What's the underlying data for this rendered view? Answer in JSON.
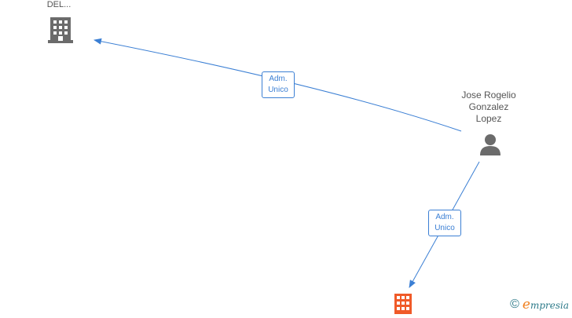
{
  "nodes": {
    "top_company": {
      "label": "DEL...",
      "type": "company",
      "color": "#6b6b6b"
    },
    "person": {
      "label_lines": [
        "Jose Rogelio",
        "Gonzalez",
        "Lopez"
      ],
      "type": "person",
      "color": "#6b6b6b"
    },
    "bottom_company": {
      "type": "company",
      "color": "#f05a28"
    }
  },
  "edges": [
    {
      "from": "person",
      "to": "top_company",
      "label_lines": [
        "Adm.",
        "Unico"
      ]
    },
    {
      "from": "person",
      "to": "bottom_company",
      "label_lines": [
        "Adm.",
        "Unico"
      ]
    }
  ],
  "edge_color": "#3b7fd4",
  "watermark": {
    "symbol": "©",
    "brand_initial": "e",
    "brand_rest": "mpresia",
    "colors": {
      "text": "#2e7b8a",
      "accent": "#f08020"
    }
  }
}
